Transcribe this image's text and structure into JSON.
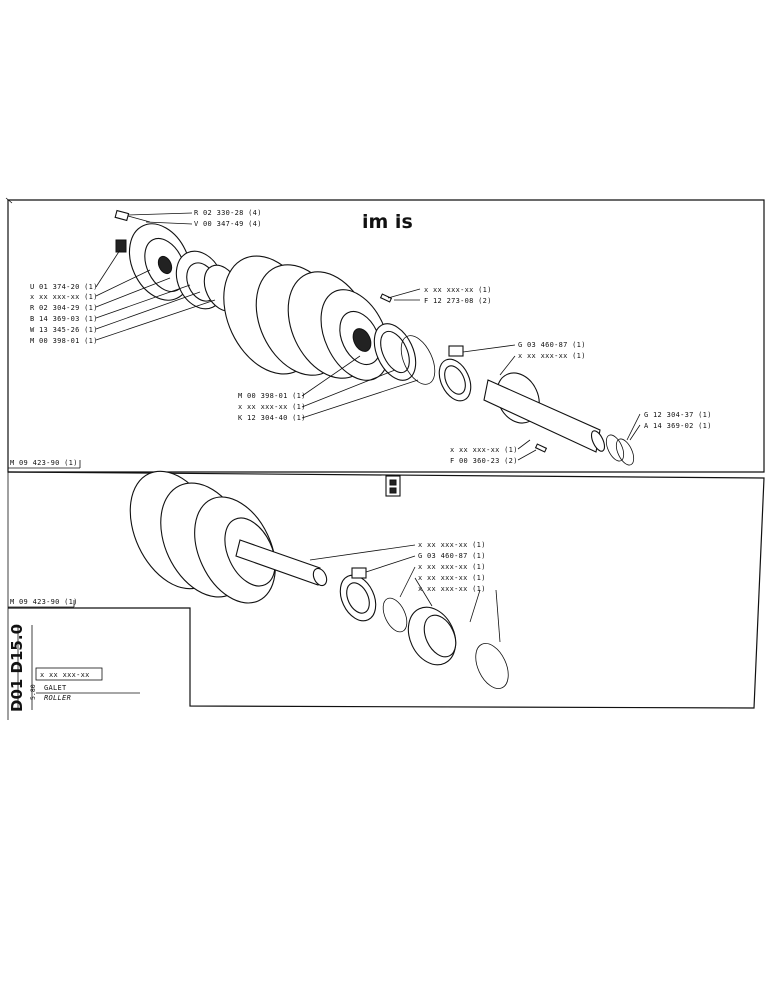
{
  "header": {
    "symbol_top": "im is",
    "symbol_mid": ""
  },
  "upper_labels": {
    "r02330": "R 02 330-28 (4)",
    "v00347": "V 00 347-49 (4)",
    "u01374": "U 01 374-20 (1)",
    "xx_a": "x xx xxx-xx (1)",
    "r02304": "R 02 304-29 (1)",
    "b14369": "B 14 369-03 (1)",
    "w13345": "W 13 345-26 (1)",
    "m00398_a": "M 00 398-01 (1)",
    "xx_b": "x xx xxx-xx (1)",
    "f12273": "F 12 273-08 (2)",
    "g03460_a": "G 03 460-87 (1)",
    "xx_c": "x xx xxx-xx (1)",
    "m00398_b": "M 00 398-01 (1)",
    "xx_d": "x xx xxx-xx (1)",
    "k12304": "K 12 304-40 (1)",
    "g12304": "G 12 304-37 (1)",
    "a14369": "A 14 369-02 (1)",
    "xx_e": "x xx xxx-xx (1)",
    "f00360": "F 00 360-23 (2)",
    "m09423_a": "M 09 423-90 (1)"
  },
  "lower_labels": {
    "xx_f": "x xx xxx-xx (1)",
    "g03460_b": "G 03 460-87 (1)",
    "xx_g": "x xx xxx-xx (1)",
    "xx_h": "x xx xxx-xx (1)",
    "xx_i": "x xx xxx-xx (1)",
    "m09423_b": "M 09 423-90 (1)"
  },
  "title_block": {
    "part_number": "x xx xxx-xx",
    "title_fr": "GALET",
    "title_en": "ROLLER",
    "doc_code": "D01 D15.0",
    "sheet": "5.80"
  }
}
